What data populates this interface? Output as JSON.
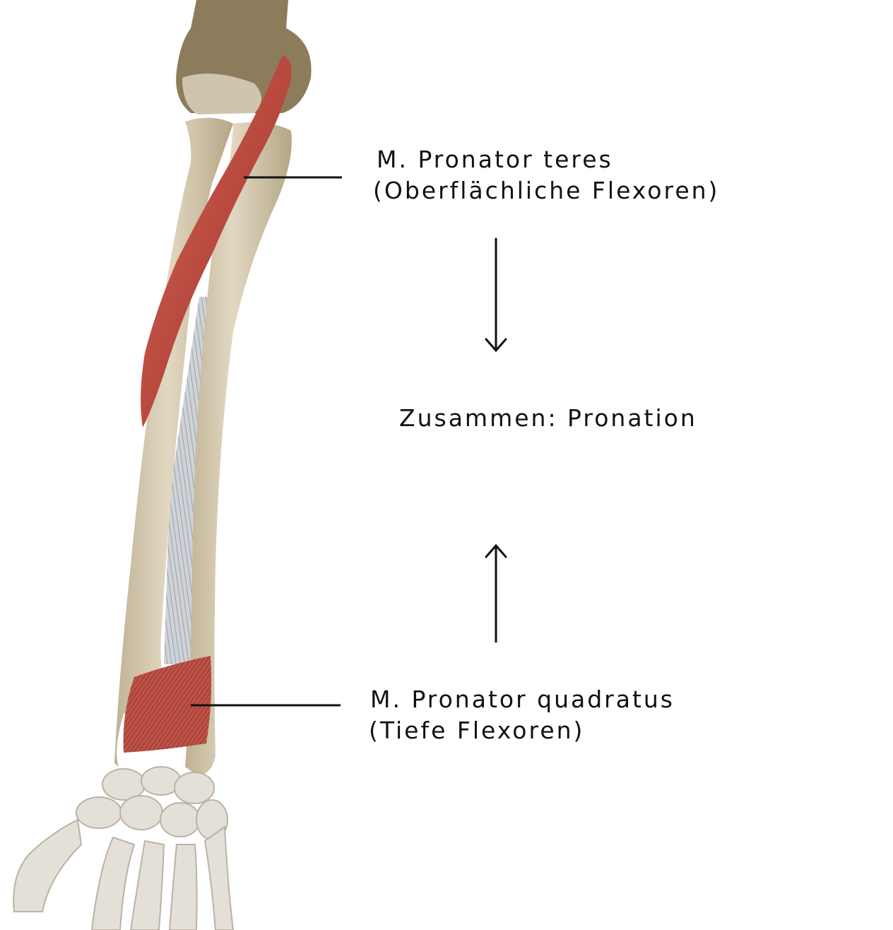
{
  "labels": {
    "pronator_teres": "M. Pronator teres",
    "pronator_teres_group": "(Oberflächliche Flexoren)",
    "result": "Zusammen: Pronation",
    "pronator_quadratus": "M. Pronator quadratus",
    "pronator_quadratus_group": "(Tiefe Flexoren)"
  },
  "colors": {
    "bone": "#d8ccb2",
    "bone_shadow": "#b8a98a",
    "humerus": "#8d7c5c",
    "muscle": "#c0564a",
    "muscle_dark": "#9e3a32",
    "membrane": "#c9ced3",
    "line": "#111111"
  }
}
